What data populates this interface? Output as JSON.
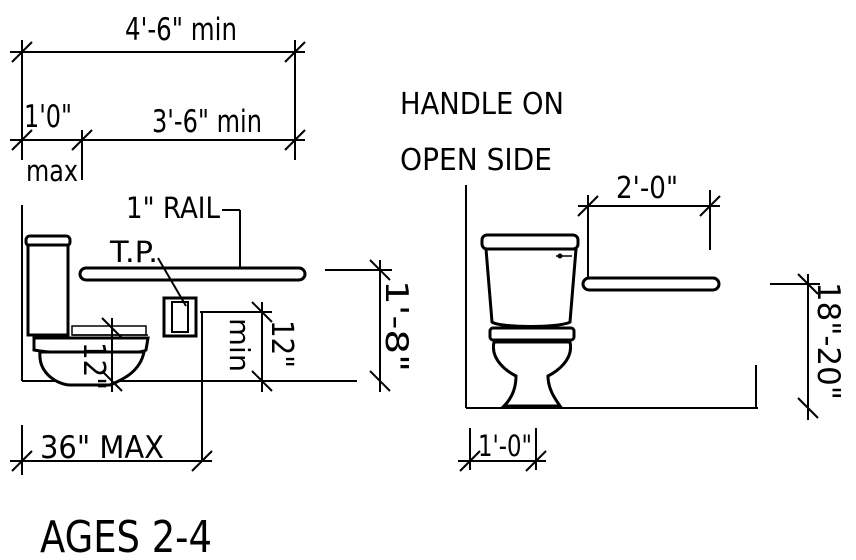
{
  "left_view": {
    "overall_width": "4'-6\" min",
    "side_offset": "1'0\"",
    "side_offset_qualifier": "max",
    "rail_length": "3'-6\" min",
    "rail_label": "1\" RAIL",
    "tp_label": "T.P.",
    "tp_height": "12\"",
    "tp_height_qualifier": "min",
    "toilet_height": "12\"",
    "rail_height": "1'-8\"",
    "depth": "36\" MAX"
  },
  "right_view": {
    "note_line1": "HANDLE ON",
    "note_line2": "OPEN SIDE",
    "rail_length": "2'-0\"",
    "rail_height": "18\"-20\"",
    "offset": "1'-0\""
  },
  "caption": "AGES 2-4"
}
